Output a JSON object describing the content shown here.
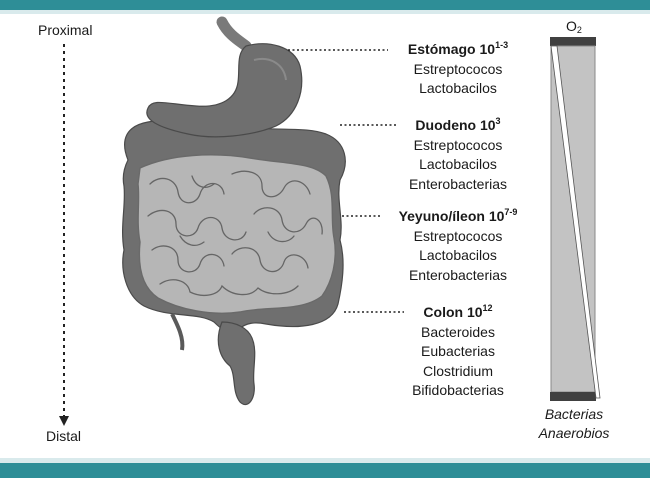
{
  "axis": {
    "top_label": "Proximal",
    "bottom_label": "Distal"
  },
  "sections": [
    {
      "title": "Estómago 10",
      "exponent": "1-3",
      "items": [
        "Estreptococos",
        "Lactobacilos"
      ]
    },
    {
      "title": "Duodeno 10",
      "exponent": "3",
      "items": [
        "Estreptococos",
        "Lactobacilos",
        "Enterobacterias"
      ]
    },
    {
      "title": "Yeyuno/íleon 10",
      "exponent": "7-9",
      "items": [
        "Estreptococos",
        "Lactobacilos",
        "Enterobacterias"
      ]
    },
    {
      "title": "Colon 10",
      "exponent": "12",
      "items": [
        "Bacteroides",
        "Eubacterias",
        "Clostridium",
        "Bifidobacterias"
      ]
    }
  ],
  "gradient": {
    "o2_label": "O",
    "o2_subscript": "2",
    "bottom_line1": "Bacterias",
    "bottom_line2": "Anaerobios"
  },
  "colors": {
    "teal_bar": "#2e8e97",
    "organ_dark": "#6e6e6e",
    "organ_light": "#b4b4b4",
    "bar_gray": "#c3c3c3"
  }
}
